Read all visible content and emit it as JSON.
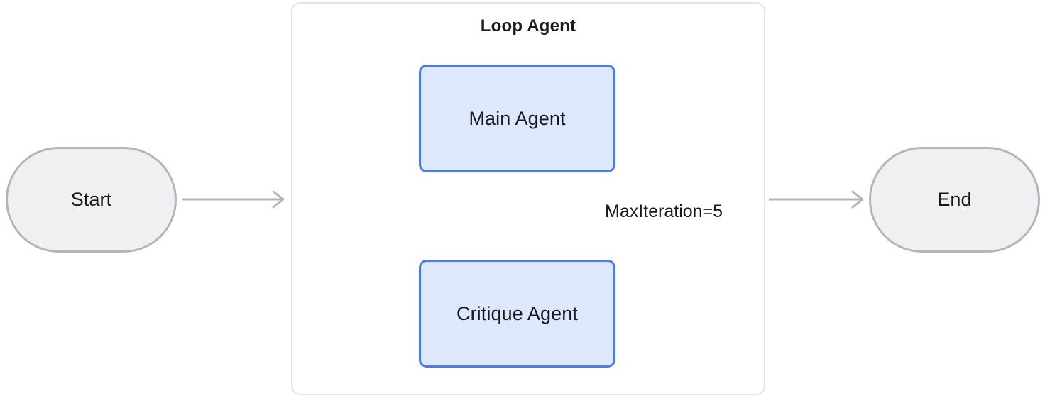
{
  "diagram": {
    "title": "Loop Agent",
    "type": "flowchart",
    "background_color": "#ffffff",
    "nodes": [
      {
        "id": "start",
        "label": "Start",
        "shape": "stadium",
        "fill": "#f0f0f2",
        "stroke": "#b2b5ba"
      },
      {
        "id": "main-agent",
        "label": "Main Agent",
        "shape": "rounded-rect",
        "fill": "#dee8fc",
        "stroke": "#4b7bf0"
      },
      {
        "id": "critique-agent",
        "label": "Critique Agent",
        "shape": "rounded-rect",
        "fill": "#dee8fc",
        "stroke": "#4b7bf0"
      },
      {
        "id": "end",
        "label": "End",
        "shape": "stadium",
        "fill": "#f0f0f2",
        "stroke": "#b2b5ba"
      }
    ],
    "container": {
      "id": "loop-agent",
      "label": "Loop Agent",
      "fill": "#ffffff",
      "stroke": "#e3e3e5"
    },
    "edges": [
      {
        "id": "start-to-loop",
        "from": "start",
        "to": "loop-agent",
        "label": "",
        "arrow": "open",
        "color": "#b2b5ba"
      },
      {
        "id": "main-to-critique",
        "from": "main-agent",
        "to": "critique-agent",
        "label": "",
        "arrow": "solid",
        "color": "#b2b5ba"
      },
      {
        "id": "critique-to-main",
        "from": "critique-agent",
        "to": "main-agent",
        "label": "MaxIteration=5",
        "arrow": "open",
        "color": "#b2b5ba"
      },
      {
        "id": "loop-to-end",
        "from": "loop-agent",
        "to": "end",
        "label": "",
        "arrow": "open",
        "color": "#b2b5ba"
      }
    ]
  }
}
